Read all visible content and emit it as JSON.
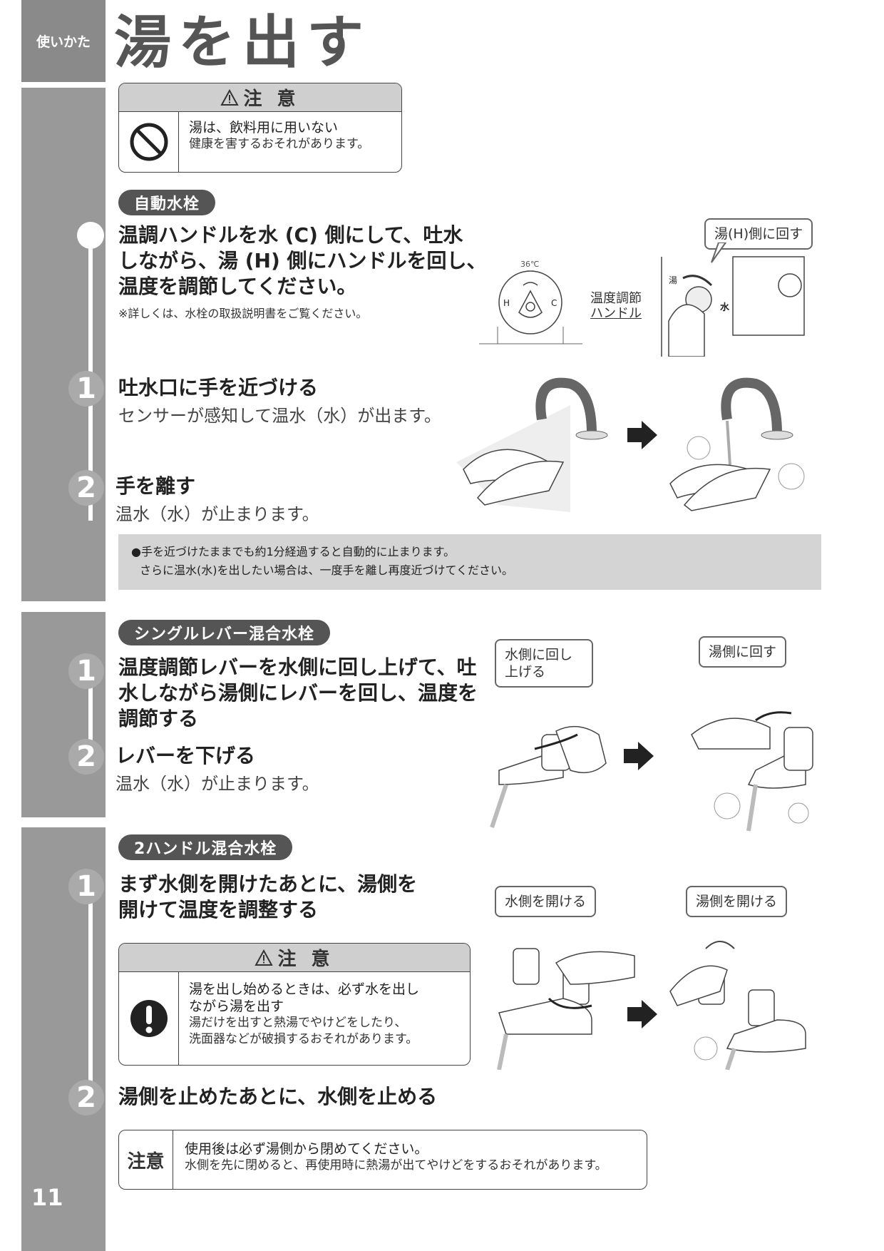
{
  "header": {
    "tab": "使いかた",
    "title": "湯を出す"
  },
  "caution_top": {
    "heading": "注 意",
    "main": "湯は、飲料用に用いない",
    "sub": "健康を害するおそれがあります。"
  },
  "auto": {
    "pill": "自動水栓",
    "intro": [
      "温調ハンドルを水 (C) 側にして、吐水",
      "しながら、湯 (H) 側にハンドルを回し、",
      "温度を調節してください。"
    ],
    "note": "※詳しくは、水栓の取扱説明書をご覧ください。",
    "dial": {
      "temp": "36℃",
      "h": "H",
      "c": "C"
    },
    "bubble": "湯(H)側に回す",
    "handle_label": [
      "温度調節",
      "ハンドル"
    ],
    "hot_mark": "湯",
    "cold_mark": "水",
    "step1": {
      "num": "1",
      "title": "吐水口に手を近づける",
      "text": "センサーが感知して温水（水）が出ます。"
    },
    "step2": {
      "num": "2",
      "title": "手を離す",
      "text": "温水（水）が止まります。"
    },
    "notes": [
      "手を近づけたままでも約1分経過すると自動的に止まります。",
      "さらに温水(水)を出したい場合は、一度手を離し再度近づけてください。"
    ]
  },
  "single": {
    "pill": "シングルレバー混合水栓",
    "step1": {
      "num": "1",
      "lines": [
        "温度調節レバーを水側に回し上げて、吐",
        "水しながら湯側にレバーを回し、温度を",
        "調節する"
      ]
    },
    "step2": {
      "num": "2",
      "title": "レバーを下げる",
      "text": "温水（水）が止まります。"
    },
    "bubble1": [
      "水側に回し",
      "上げる"
    ],
    "bubble2": "湯側に回す"
  },
  "double": {
    "pill": "2ハンドル混合水栓",
    "step1": {
      "num": "1",
      "lines": [
        "まず水側を開けたあとに、湯側を",
        "開けて温度を調整する"
      ]
    },
    "caution": {
      "heading": "注 意",
      "main": [
        "湯を出し始めるときは、必ず水を出し",
        "ながら湯を出す"
      ],
      "sub": [
        "湯だけを出すと熱湯でやけどをしたり、",
        "洗面器などが破損するおそれがあります。"
      ]
    },
    "step2": {
      "num": "2",
      "title": "湯側を止めたあとに、水側を止める"
    },
    "bubble1": "水側を開ける",
    "bubble2": "湯側を開ける",
    "chui": {
      "label": "注意",
      "main": "使用後は必ず湯側から閉めてください。",
      "sub": "水側を先に閉めると、再使用時に熱湯が出てやけどをするおそれがあります。"
    }
  },
  "page_number": "11"
}
